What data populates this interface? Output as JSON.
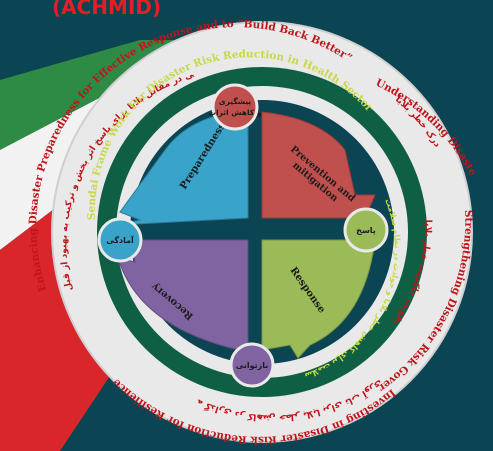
{
  "header": {
    "title": "(ACHMID)"
  },
  "outer_ring": {
    "top": "Enhancing Disaster Preparedness  for Effective Response and to “Build Back Better”",
    "right": "Understanding Disaster Risk",
    "right_lower": "Strengthening Disaster Risk Governance",
    "bottom": "Investing in Disaster Risk Reduction for Resilience",
    "top_fa": "ارتقای آمادگی در مقابل بلایا برای پاسخ اثر بخش و ترکیب به بهبود از قبل",
    "right_fa": "درک خطر بلایا",
    "right_lower_fa": "تقویت حاکمیت خطر بلایا",
    "bottom_fa": "سرمایه گذاری در کاهش خطر بلایا برای تاب آوری"
  },
  "inner_ring": {
    "title": "Sendai Frame Work For Disaster Risk Reduction in Health Sector",
    "response_fa": "سیاست سلامت برای کاهش خطر بلایا و حوادث در نظام سلامت"
  },
  "quadrants": {
    "preparedness": {
      "label": "Preparedness",
      "fa": "آمادگی",
      "color": "#3aa3c9"
    },
    "prevention": {
      "label": "Prevention and mitigation",
      "fa": "پیشگیری و کاهش اثرات",
      "color": "#c0504d"
    },
    "response": {
      "label": "Response",
      "fa": "پاسخ",
      "color": "#9bbb59"
    },
    "recovery": {
      "label": "Recovery",
      "fa": "بازتوانی",
      "color": "#8064a2"
    }
  }
}
